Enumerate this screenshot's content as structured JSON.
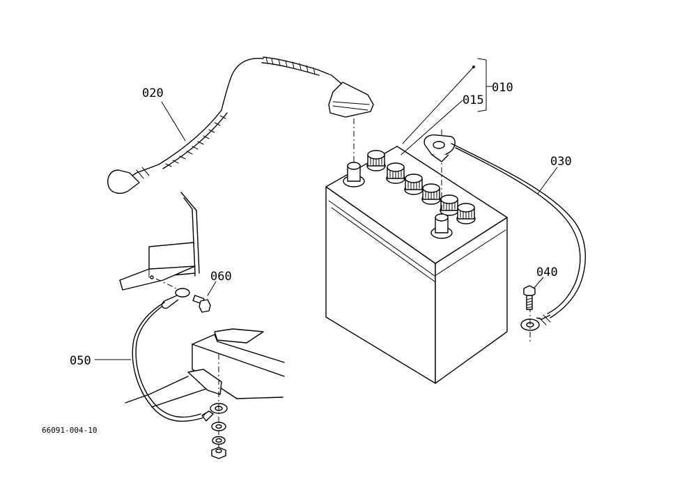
{
  "drawing_number": "66091-004-10",
  "callouts": {
    "p010": "010",
    "p015": "015",
    "p020": "020",
    "p030": "030",
    "p040": "040",
    "p050": "050",
    "p060": "060"
  }
}
